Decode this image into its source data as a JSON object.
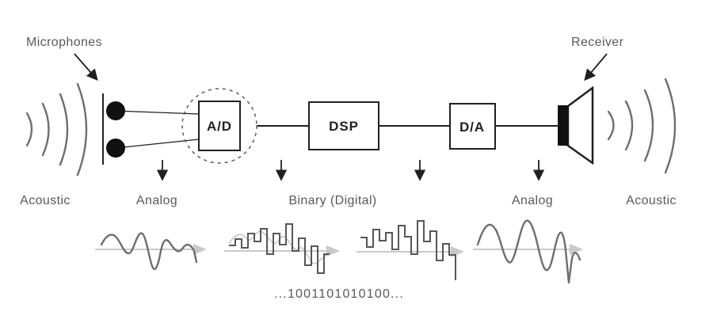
{
  "diagram": {
    "labels": {
      "microphones": "Microphones",
      "receiver": "Receiver",
      "acoustic_left": "Acoustic",
      "analog_left": "Analog",
      "binary_digital": "Binary (Digital)",
      "analog_right": "Analog",
      "acoustic_right": "Acoustic"
    },
    "blocks": {
      "adc": "A/D",
      "dsp": "DSP",
      "dac": "D/A"
    },
    "binary_string": "...1001101010100...",
    "colors": {
      "ink": "#231f20",
      "text": "#58595b",
      "wave": "#6d6e71",
      "wave-dark": "#55565a",
      "axis": "#c8c9cb"
    }
  }
}
